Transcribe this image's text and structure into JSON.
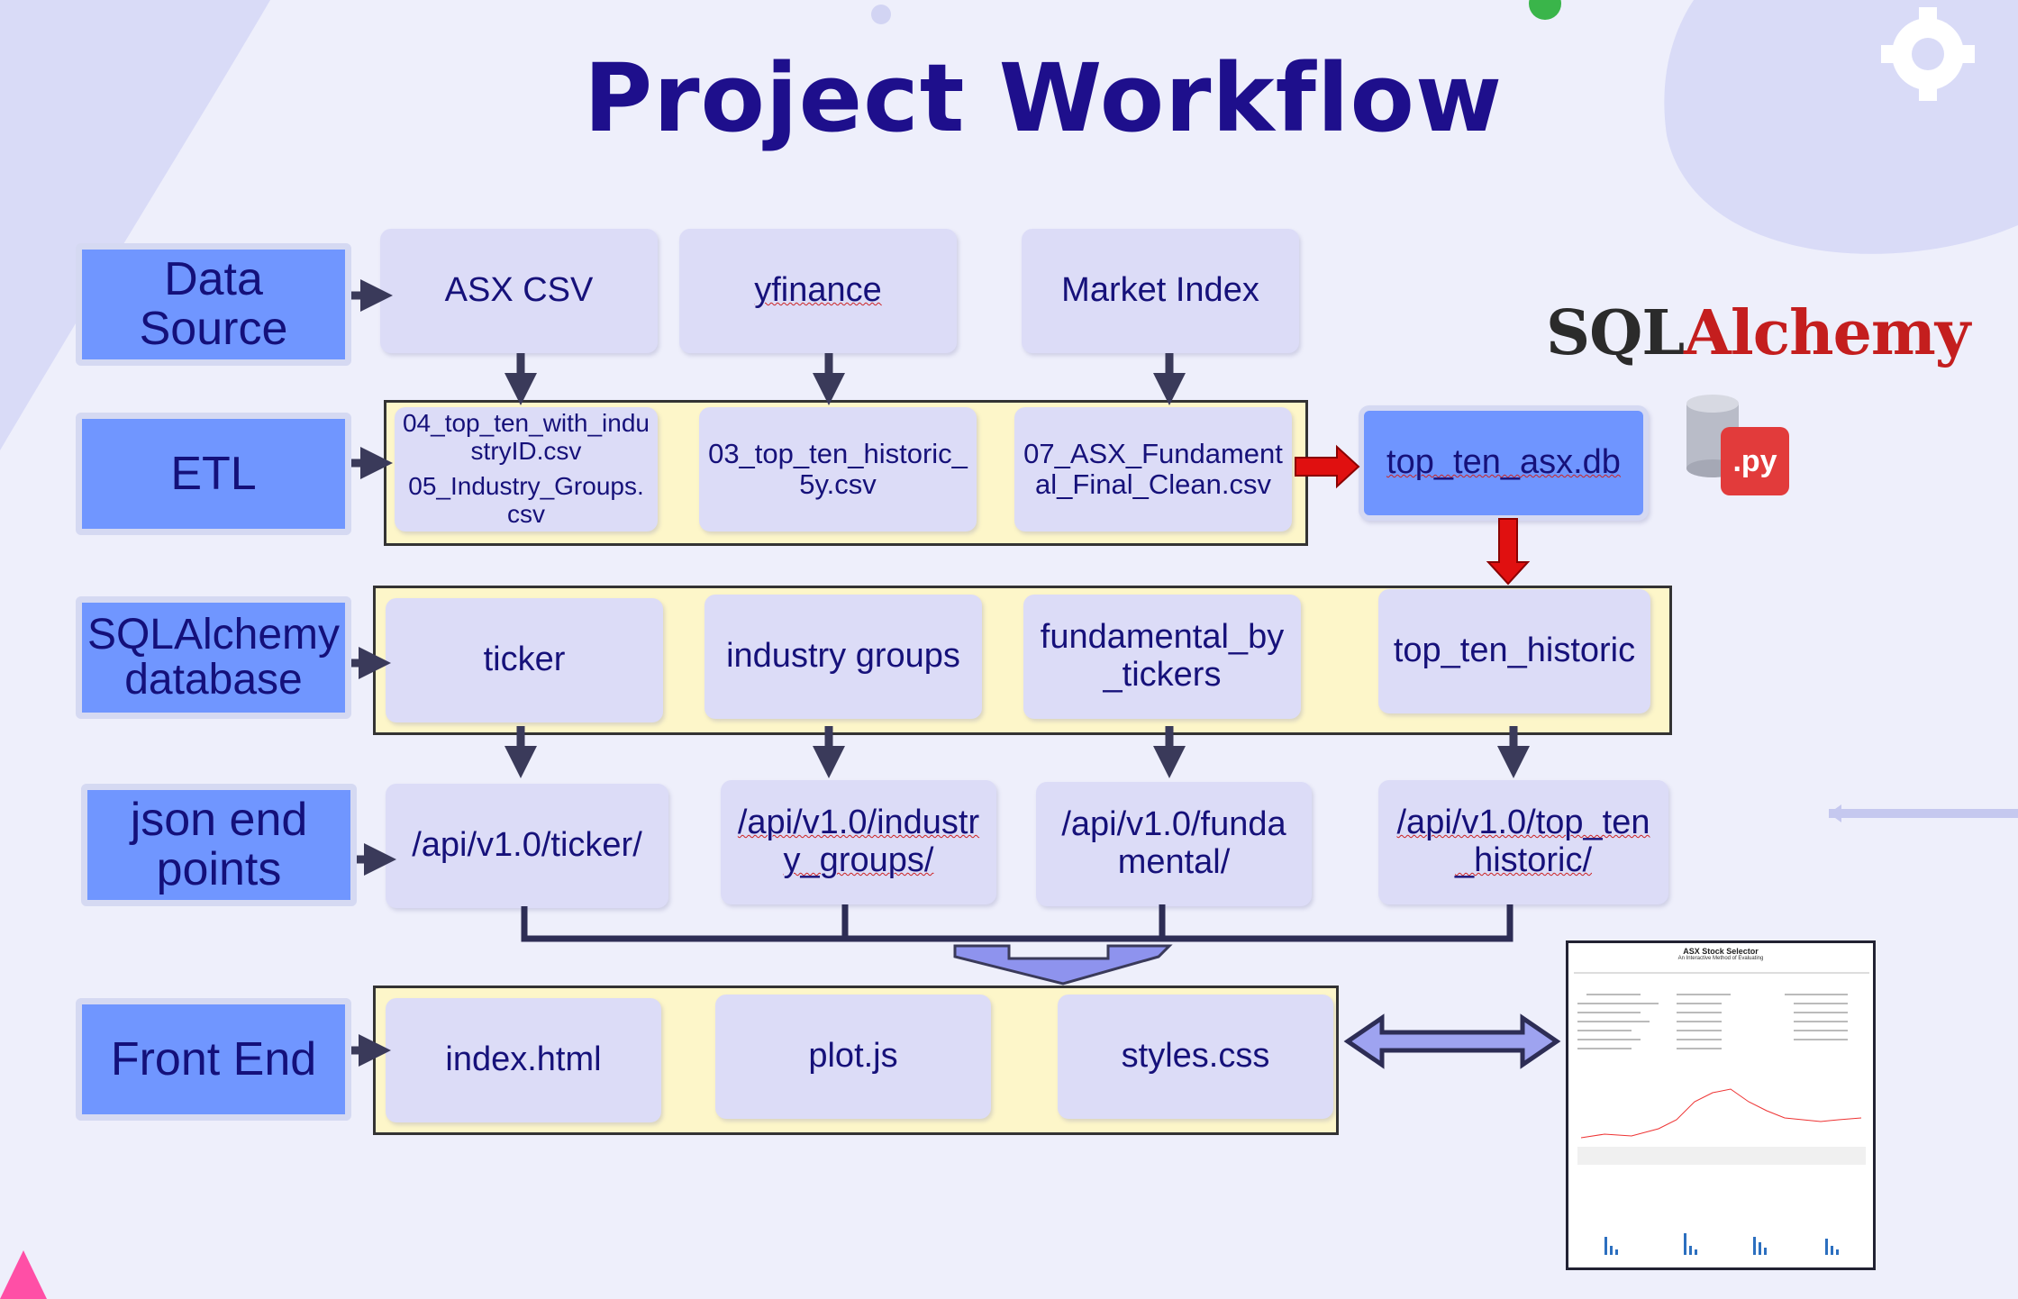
{
  "title": "Project Workflow",
  "rows": {
    "data_source": "Data Source",
    "etl": "ETL",
    "db": "SQLAlchemy database",
    "json": "json end points",
    "frontend": "Front End"
  },
  "sources": [
    "ASX CSV",
    "yfinance",
    "Market Index"
  ],
  "etl_files": {
    "a1": "04_top_ten_with_industryID.csv",
    "a2": "05_Industry_Groups.csv",
    "b": "03_top_ten_historic_5y.csv",
    "c": "07_ASX_Fundamental_Final_Clean.csv"
  },
  "db_file": "top_ten_asx.db",
  "tables": [
    "ticker",
    "industry groups",
    "fundamental_by_tickers",
    "top_ten_historic"
  ],
  "endpoints": [
    "/api/v1.0/ticker/",
    "/api/v1.0/industry_groups/",
    "/api/v1.0/fundamental/",
    "/api/v1.0/top_ten_historic/"
  ],
  "frontend_files": [
    "index.html",
    "plot.js",
    "styles.css"
  ],
  "logo": {
    "sql": "SQL",
    "alchemy": "Alchemy",
    "py": ".py"
  },
  "thumbnail": {
    "title": "ASX Stock Selector",
    "subtitle": "An Interactive Method of Evaluating"
  },
  "colors": {
    "title": "#1e0f8c",
    "label_box": "#7096ff",
    "node": "#dcdcf7",
    "group": "#fdf6c9",
    "arrow_red": "#e01010"
  }
}
